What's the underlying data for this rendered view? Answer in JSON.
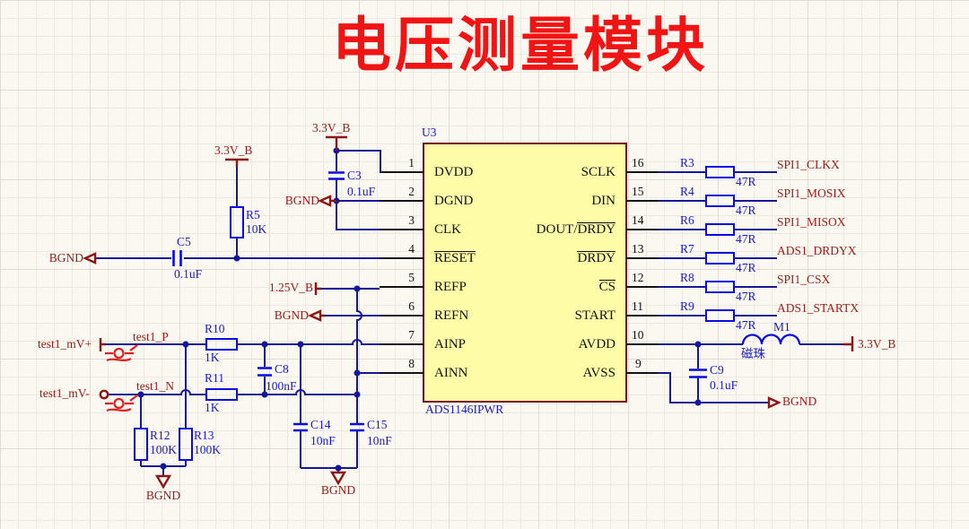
{
  "title": "电压测量模块",
  "ic": {
    "designator": "U3",
    "part": "ADS1146IPWR",
    "left_pins": [
      {
        "num": "1",
        "pre": "DVDD",
        "over": ""
      },
      {
        "num": "2",
        "pre": "DGND",
        "over": ""
      },
      {
        "num": "3",
        "pre": "CLK",
        "over": ""
      },
      {
        "num": "4",
        "pre": "",
        "over": "RESET"
      },
      {
        "num": "5",
        "pre": "REFP",
        "over": ""
      },
      {
        "num": "6",
        "pre": "REFN",
        "over": ""
      },
      {
        "num": "7",
        "pre": "AINP",
        "over": ""
      },
      {
        "num": "8",
        "pre": "AINN",
        "over": ""
      }
    ],
    "right_pins": [
      {
        "num": "16",
        "pre": "SCLK",
        "over": ""
      },
      {
        "num": "15",
        "pre": "DIN",
        "over": ""
      },
      {
        "num": "14",
        "pre": "DOUT/",
        "over": "DRDY"
      },
      {
        "num": "13",
        "pre": "",
        "over": "DRDY"
      },
      {
        "num": "12",
        "pre": "",
        "over": "CS"
      },
      {
        "num": "11",
        "pre": "START",
        "over": ""
      },
      {
        "num": "10",
        "pre": "AVDD",
        "over": ""
      },
      {
        "num": "9",
        "pre": "AVSS",
        "over": ""
      }
    ]
  },
  "series_resistors": [
    {
      "designator": "R3",
      "value": "47R",
      "net": "SPI1_CLKX"
    },
    {
      "designator": "R4",
      "value": "47R",
      "net": "SPI1_MOSIX"
    },
    {
      "designator": "R6",
      "value": "47R",
      "net": "SPI1_MISOX"
    },
    {
      "designator": "R7",
      "value": "47R",
      "net": "ADS1_DRDYX"
    },
    {
      "designator": "R8",
      "value": "47R",
      "net": "SPI1_CSX"
    },
    {
      "designator": "R9",
      "value": "47R",
      "net": "ADS1_STARTX"
    }
  ],
  "components": {
    "r5": {
      "designator": "R5",
      "value": "10K"
    },
    "r10": {
      "designator": "R10",
      "value": "1K"
    },
    "r11": {
      "designator": "R11",
      "value": "1K"
    },
    "r12": {
      "designator": "R12",
      "value": "100K"
    },
    "r13": {
      "designator": "R13",
      "value": "100K"
    },
    "c3": {
      "designator": "C3",
      "value": "0.1uF"
    },
    "c5": {
      "designator": "C5",
      "value": "0.1uF"
    },
    "c8": {
      "designator": "C8",
      "value": "100nF"
    },
    "c9": {
      "designator": "C9",
      "value": "0.1uF"
    },
    "c14": {
      "designator": "C14",
      "value": "10nF"
    },
    "c15": {
      "designator": "C15",
      "value": "10nF"
    },
    "m1": {
      "designator": "M1",
      "value": "磁珠"
    }
  },
  "power_labels": {
    "v33": "3.3V_B",
    "v125": "1.25V_B",
    "bgnd": "BGND"
  },
  "ports": {
    "pos": "test1_mV+",
    "neg": "test1_mV-"
  },
  "net_labels": {
    "p": "test1_P",
    "n": "test1_N"
  },
  "colors": {
    "wire": "#16169B",
    "component": "#0A0AE6",
    "designator": "#1A1AC8",
    "net": "#9C1A1A",
    "title": "#F01414",
    "ic_fill": "#FFFCA8",
    "ic_border": "#7A1212"
  }
}
